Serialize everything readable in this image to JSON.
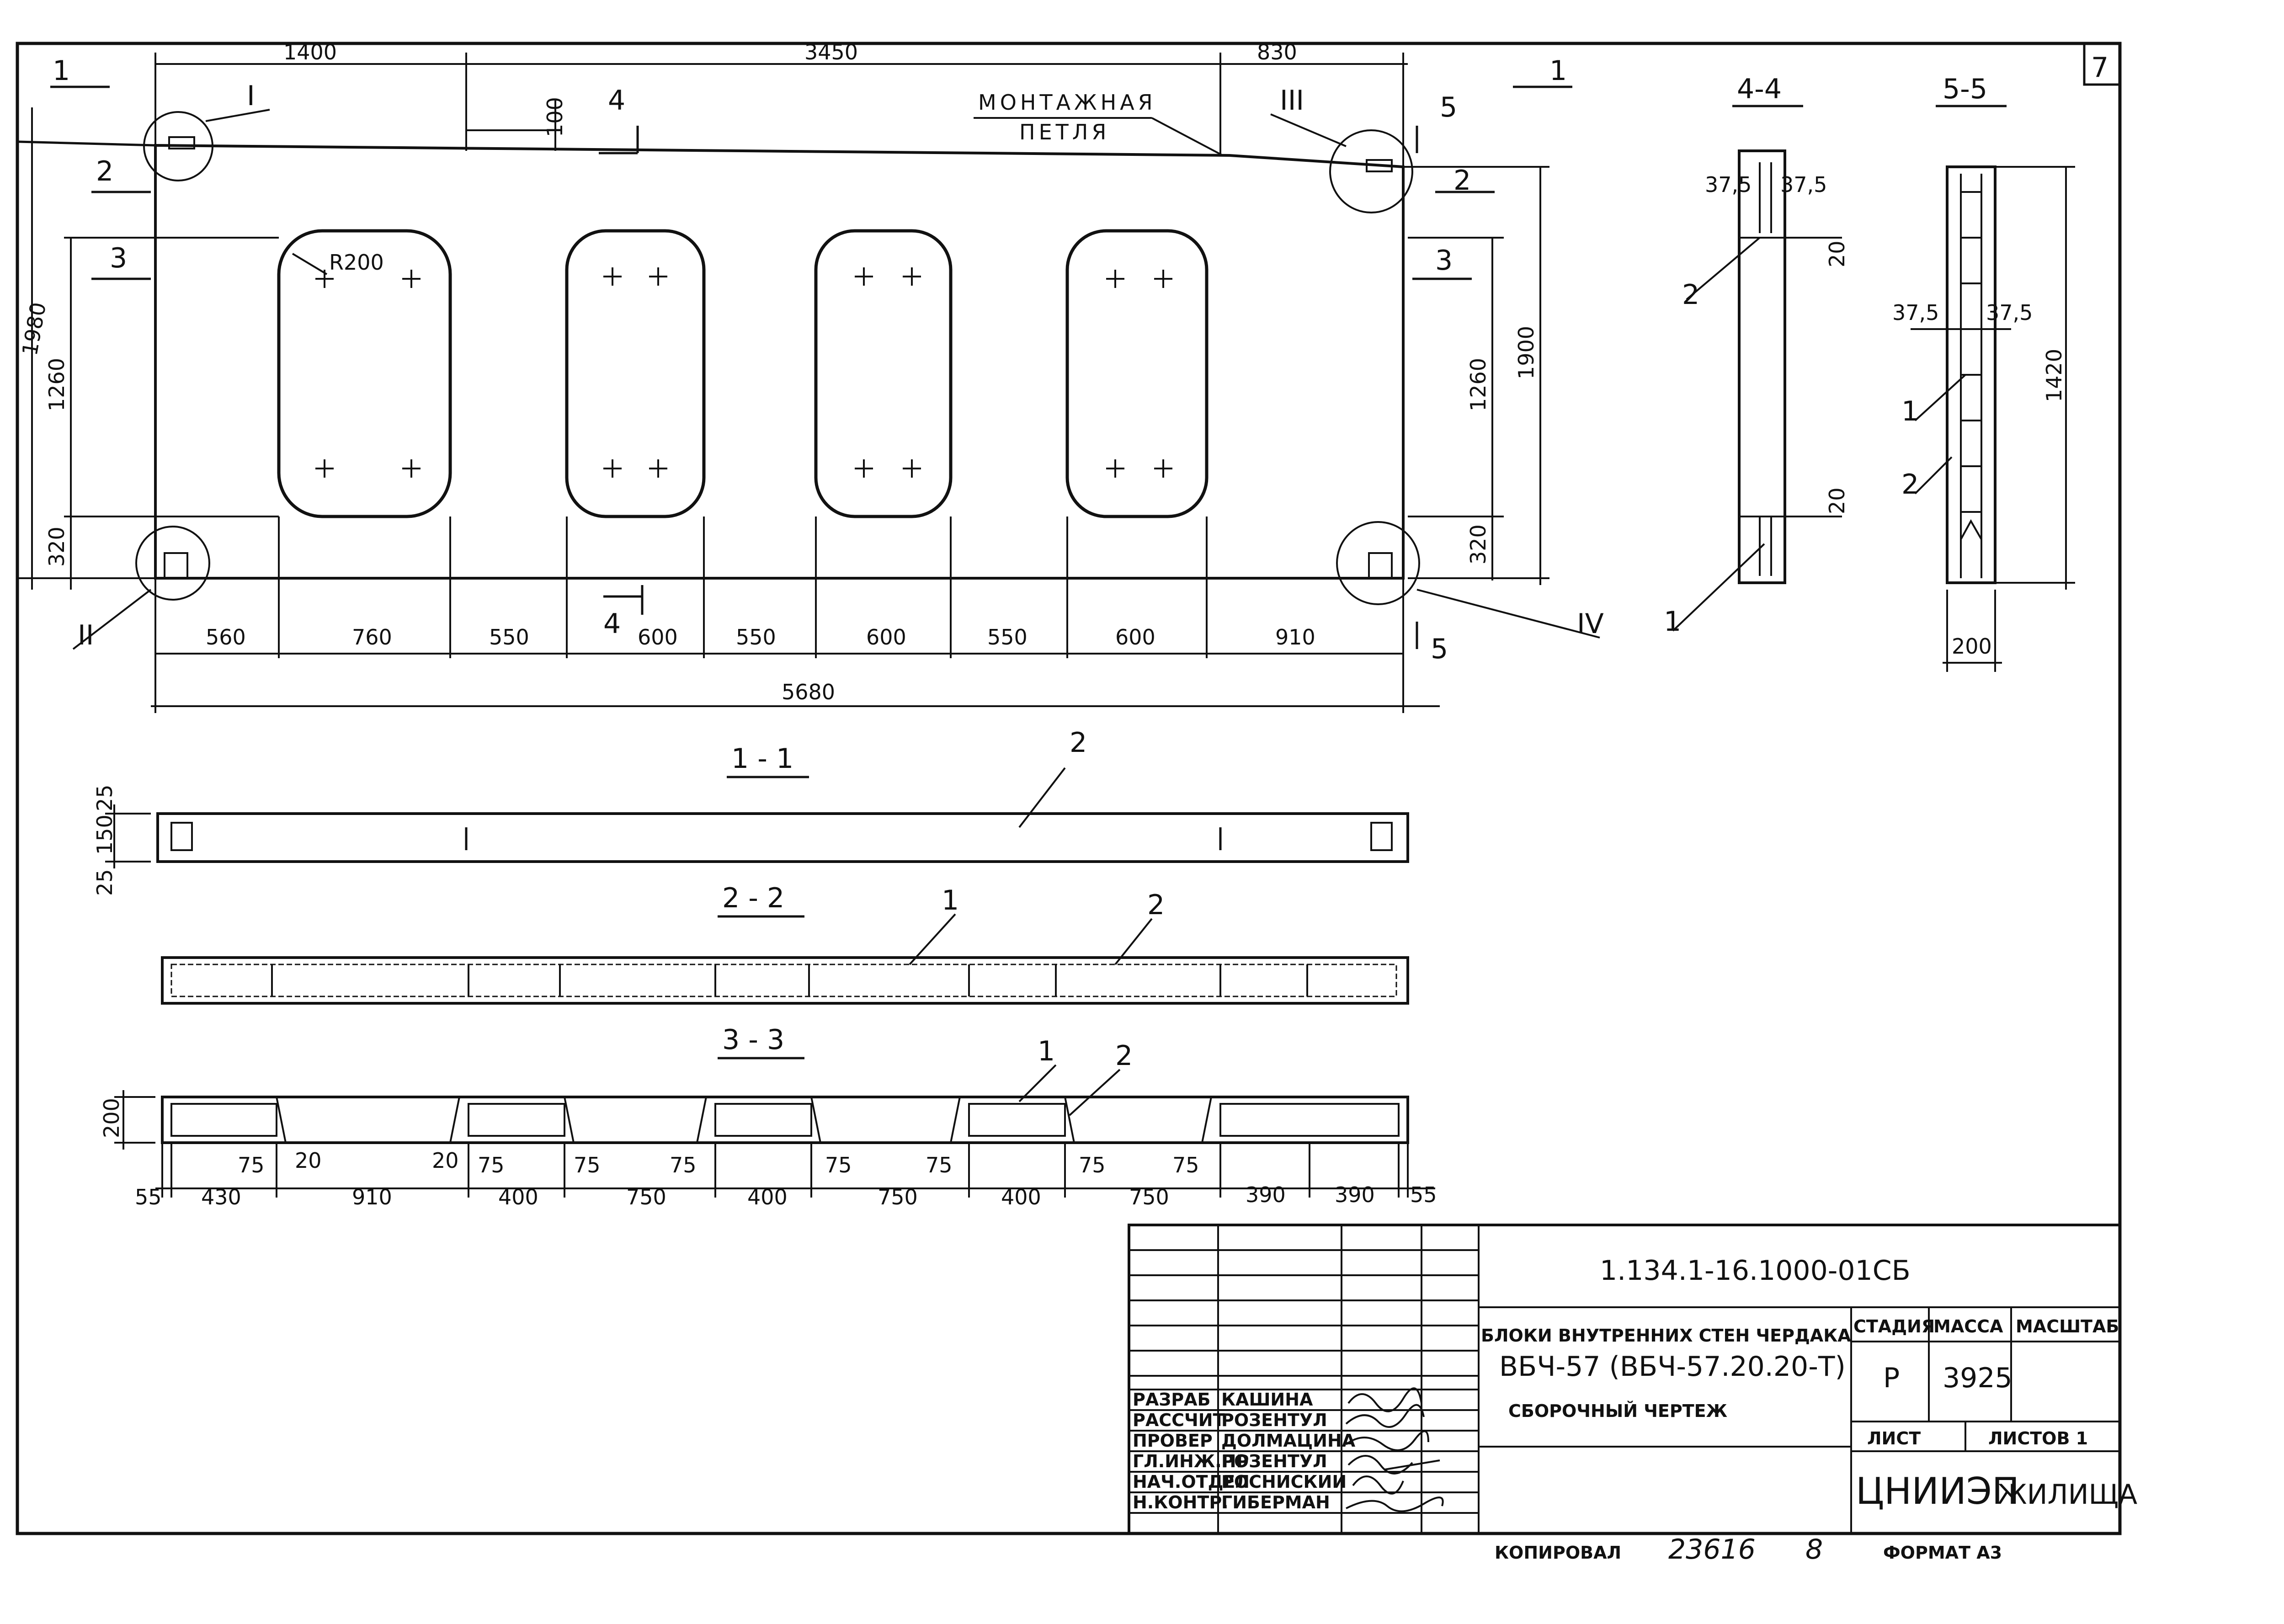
{
  "sheet_number": "7",
  "top_dims": [
    "1400",
    "3450",
    "830"
  ],
  "overall_width": "5680",
  "bottom_dims": [
    "560",
    "760",
    "550",
    "600",
    "550",
    "600",
    "550",
    "600",
    "910"
  ],
  "left_dims": [
    "1980",
    "1260",
    "320"
  ],
  "right_dims": [
    "1260",
    "1900",
    "320"
  ],
  "dim_100": "100",
  "radius": "R200",
  "mounting_loop": [
    "МОНТАЖНАЯ",
    "ПЕТЛЯ"
  ],
  "node_labels": [
    "I",
    "II",
    "III",
    "IV"
  ],
  "section_marks": {
    "s1_left": "1",
    "s1_right": "1",
    "s2_left": "2",
    "s2_right": "2",
    "s3_left": "3",
    "s3_right": "3",
    "s4_top": "4",
    "s4_bottom": "4",
    "s5_top": "5",
    "s5_bottom": "5"
  },
  "section_titles": [
    "4-4",
    "5-5",
    "1 - 1",
    "2 - 2",
    "3 - 3"
  ],
  "sec44": {
    "dims": [
      "37,5",
      "37,5",
      "20",
      "20"
    ],
    "pos": [
      "2",
      "1"
    ]
  },
  "sec55": {
    "dims": [
      "37,5",
      "37,5",
      "1420",
      "200"
    ],
    "pos": [
      "1",
      "2"
    ]
  },
  "sec11": {
    "dims": [
      "25",
      "150",
      "25"
    ],
    "pos": [
      "2"
    ],
    "mid_marks": [
      "I",
      "I"
    ]
  },
  "sec22": {
    "pos": [
      "1",
      "2"
    ]
  },
  "sec33": {
    "dim_height": "200",
    "pos": [
      "1",
      "2"
    ],
    "dims": [
      "55",
      "430",
      "910",
      "400",
      "750",
      "400",
      "750",
      "400",
      "750",
      "390",
      "390",
      "55"
    ],
    "small_dims": [
      "75",
      "20",
      "20",
      "75",
      "75",
      "75",
      "75",
      "75",
      "75",
      "75"
    ]
  },
  "title_block": {
    "code": "1.134.1-16.1000-01СБ",
    "title": [
      "БЛОКИ ВНУТРЕННИХ СТЕН ЧЕРДАКА",
      "ВБЧ-57 (ВБЧ-57.20.20-Т)",
      "СБОРОЧНЫЙ ЧЕРТЕЖ"
    ],
    "stage_label": "СТАДИЯ",
    "stage": "Р",
    "mass_label": "МАССА",
    "mass": "3925",
    "scale_label": "МАСШТАБ",
    "sheet_label": "ЛИСТ",
    "sheets_label": "ЛИСТОВ 1",
    "org": "ЦНИИЭП",
    "org_sub": "ЖИЛИЩА",
    "roles": [
      "РАЗРАБ",
      "РАССЧИТ",
      "ПРОВЕР",
      "ГЛ.ИНЖ.ПР",
      "НАЧ.ОТДЕЛ",
      "Н.КОНТР."
    ],
    "names": [
      "КАШИНА",
      "РОЗЕНТУЛ",
      "ДОЛМАЦИНА",
      "РОЗЕНТУЛ",
      "РОСНИСКИИ",
      "ГИБЕРМАН"
    ]
  },
  "footer": {
    "copied": "КОПИРОВАЛ",
    "number": "23616",
    "num2": "8",
    "format": "ФОРМАТ А3"
  }
}
